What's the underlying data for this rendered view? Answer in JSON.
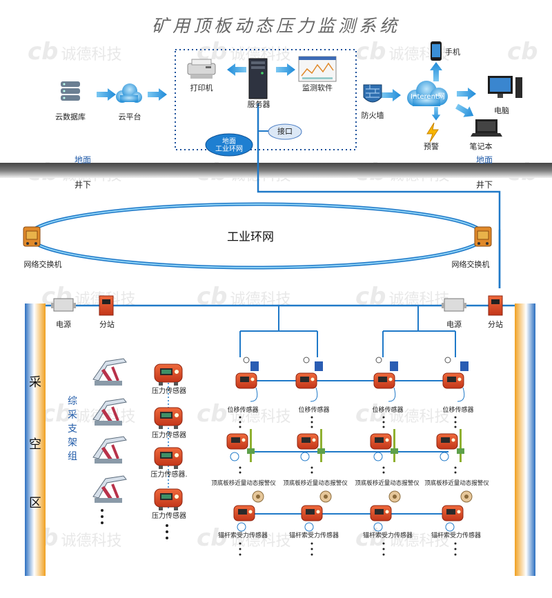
{
  "title": "矿用顶板动态压力监测系统",
  "watermark": "诚德科技",
  "surface": {
    "cloud_db": "云数据库",
    "cloud_platform": "云平台",
    "printer": "打印机",
    "server": "服务器",
    "monitor_software": "监测软件",
    "interface": "接口",
    "ring_surface": "地面\n工业环网",
    "firewall": "防火墙",
    "internet": "Interent网",
    "phone": "手机",
    "computer": "电脑",
    "laptop": "笔记本",
    "alarm": "预警",
    "ground_left": "地面",
    "underground_left": "井下",
    "ground_right": "地面",
    "underground_right": "井下"
  },
  "underground": {
    "ring_label": "工业环网",
    "switch_left": "网络交换机",
    "switch_right": "网络交换机",
    "power_left": "电源",
    "substation_left": "分站",
    "power_right": "电源",
    "substation_right": "分站"
  },
  "goaf": {
    "goaf_chars": [
      "采",
      "空",
      "区"
    ],
    "support_group": [
      "综",
      "采",
      "支",
      "架",
      "组"
    ]
  },
  "sensors": {
    "pressure": [
      "压力传感器",
      "压力传感器",
      "压力传感器.",
      "压力传感器"
    ],
    "displacement": [
      "位移传感器",
      "位移传感器",
      "位移传感器",
      "位移传感器"
    ],
    "roof_alarm": [
      "顶底板移近量动态报警仪",
      "顶底板移近量动态报警仪",
      "顶底板移近量动态报警仪",
      "顶底板移近量动态报警仪"
    ],
    "anchor": [
      "锚杆索受力传感器",
      "锚杆索受力传感器",
      "锚杆索受力传感器",
      "锚杆索受力传感器"
    ]
  },
  "colors": {
    "link": "#1f79c8",
    "arrow": "#2aa3e0",
    "device_red": "#d9441f",
    "ground_band": "#5e5e5e",
    "rail_blue": "#2b6fc0",
    "rail_orange": "#f0a020"
  }
}
